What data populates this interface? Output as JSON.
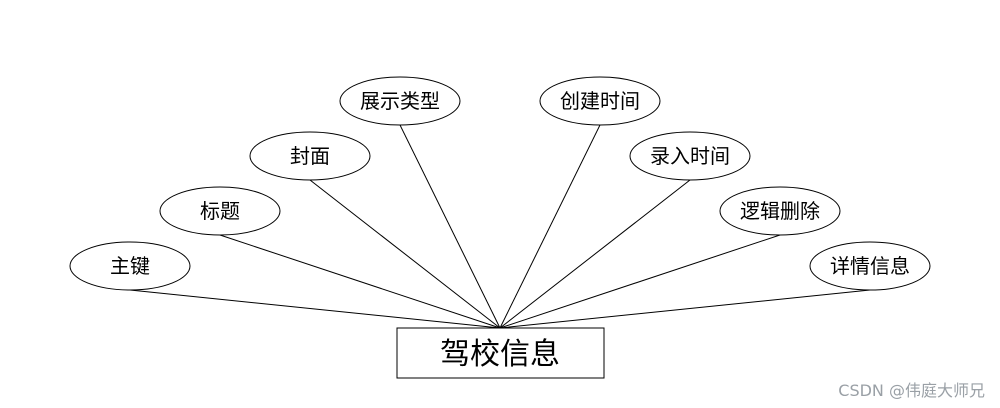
{
  "diagram": {
    "entity": {
      "label": "驾校信息"
    },
    "attributes": [
      {
        "id": "pk",
        "label": "主键"
      },
      {
        "id": "title",
        "label": "标题"
      },
      {
        "id": "cover",
        "label": "封面"
      },
      {
        "id": "dtype",
        "label": "展示类型"
      },
      {
        "id": "created",
        "label": "创建时间"
      },
      {
        "id": "entered",
        "label": "录入时间"
      },
      {
        "id": "logicdel",
        "label": "逻辑删除"
      },
      {
        "id": "detail",
        "label": "详情信息"
      }
    ]
  },
  "watermark": "CSDN @伟庭大师兄"
}
